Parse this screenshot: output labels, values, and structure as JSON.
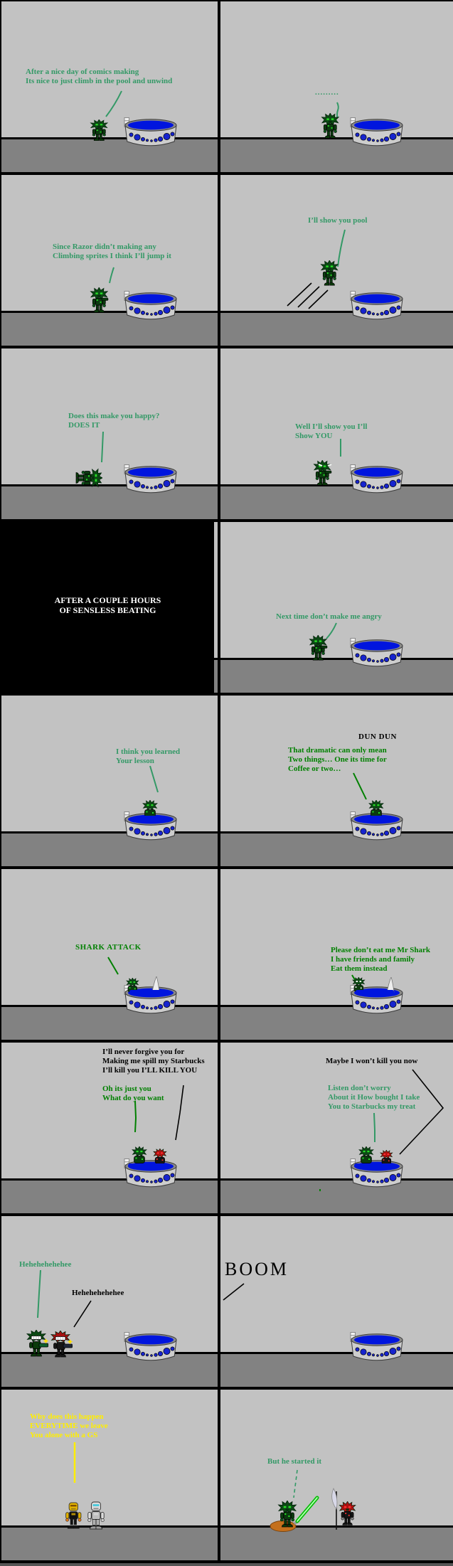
{
  "comic": {
    "description": "Nine-row two-column sprite comic: a green spiky robot relaxes in a kiddie pool, fights it, meets a shark that is really a red robot, and two other robots find the aftermath.",
    "colors": {
      "wall": "#C2C2C2",
      "floor": "#828282",
      "panel_border": "#000000",
      "pool_body": "#CDCDCD",
      "pool_water": "#0015DE",
      "text_teal": "#339966",
      "text_green": "#008000",
      "text_black": "#000000",
      "text_white": "#FFFFFF",
      "text_yellow": "#FFEE00",
      "green_robot": "#0C4A14",
      "red_robot": "#A01010",
      "gold_robot": "#E0B000",
      "white_robot": "#DADADA",
      "lightsaber": "#00BB00"
    },
    "panels": [
      {
        "name": "panel-1-left",
        "figures": [
          "green-robot",
          "pool"
        ],
        "texts": [
          {
            "text": "After a nice day of comics making\nIts nice to just climb in the pool and unwind",
            "color": "#339966"
          }
        ]
      },
      {
        "name": "panel-1-right",
        "figures": [
          "green-robot",
          "pool"
        ],
        "texts": [
          {
            "text": ".........",
            "color": "#339966"
          }
        ]
      },
      {
        "name": "panel-2-left",
        "figures": [
          "green-robot",
          "pool"
        ],
        "texts": [
          {
            "text": "Since Razor didn’t making any\nClimbing sprites I think I’ll jump it",
            "color": "#339966"
          }
        ]
      },
      {
        "name": "panel-2-right",
        "figures": [
          "green-robot-jumping",
          "pool",
          "motion-lines"
        ],
        "texts": [
          {
            "text": "I’ll show you pool",
            "color": "#339966"
          }
        ]
      },
      {
        "name": "panel-3-left",
        "figures": [
          "green-robot-lying",
          "pool"
        ],
        "texts": [
          {
            "text": "Does this make you happy?\nDOES IT",
            "color": "#339966"
          }
        ]
      },
      {
        "name": "panel-3-right",
        "figures": [
          "green-robot-angry",
          "pool"
        ],
        "texts": [
          {
            "text": "Well I’ll show you I’ll\nShow YOU",
            "color": "#339966"
          }
        ]
      },
      {
        "name": "panel-4-left",
        "figures": [
          "black-caption-card"
        ],
        "texts": [
          {
            "text": "AFTER A COUPLE HOURS\nOF SENSLESS BEATING",
            "color": "#FFFFFF"
          }
        ]
      },
      {
        "name": "panel-4-right",
        "figures": [
          "green-robot",
          "pool"
        ],
        "texts": [
          {
            "text": "Next time don’t make me angry",
            "color": "#339966"
          }
        ]
      },
      {
        "name": "panel-5-left",
        "figures": [
          "green-robot-in-pool",
          "pool"
        ],
        "texts": [
          {
            "text": "I think you learned\nYour lesson",
            "color": "#339966"
          }
        ]
      },
      {
        "name": "panel-5-right",
        "figures": [
          "green-robot-in-pool",
          "pool"
        ],
        "texts": [
          {
            "text": "DUN DUN",
            "color": "#000000"
          },
          {
            "text": "That dramatic can only mean\nTwo things… One its time for\nCoffee or two…",
            "color": "#008000"
          }
        ]
      },
      {
        "name": "panel-6-left",
        "figures": [
          "green-robot-in-pool",
          "shark-fin",
          "pool"
        ],
        "texts": [
          {
            "text": "SHARK ATTACK",
            "color": "#008000"
          }
        ]
      },
      {
        "name": "panel-6-right",
        "figures": [
          "green-robot-scared",
          "shark-fin",
          "pool"
        ],
        "texts": [
          {
            "text": "Please don’t eat me Mr Shark\nI have friends and family\nEat them instead",
            "color": "#008000"
          }
        ]
      },
      {
        "name": "panel-7-left",
        "figures": [
          "green-robot-in-pool",
          "red-robot-in-pool",
          "pool"
        ],
        "texts": [
          {
            "text": "I’ll never forgive you for\nMaking me spill my Starbucks\nI’ll kill you I’LL KILL YOU",
            "color": "#000000"
          },
          {
            "text": "Oh its just you\nWhat do you want",
            "color": "#008000"
          }
        ]
      },
      {
        "name": "panel-7-right",
        "figures": [
          "green-robot-in-pool",
          "red-robot-in-pool",
          "pool"
        ],
        "texts": [
          {
            "text": "Maybe I won’t kill you now",
            "color": "#000000"
          },
          {
            "text": "Listen don’t worry\nAbout it How bought I take\nYou to Starbucks my treat",
            "color": "#339966"
          }
        ]
      },
      {
        "name": "panel-8-left",
        "figures": [
          "green-robot-grinning",
          "red-robot-grinning",
          "pool"
        ],
        "texts": [
          {
            "text": "Hehehehehehee",
            "color": "#339966"
          },
          {
            "text": "Hehehehehehee",
            "color": "#000000"
          }
        ]
      },
      {
        "name": "panel-8-right",
        "figures": [
          "pool"
        ],
        "texts": [
          {
            "text": "BOOM",
            "color": "#000000"
          }
        ]
      },
      {
        "name": "panel-9-left",
        "figures": [
          "gold-robot",
          "white-robot"
        ],
        "texts": [
          {
            "text": "Why does this happen\nEVERYTIME we leave\nYou alone with a GS",
            "color": "#FFEE00"
          }
        ]
      },
      {
        "name": "panel-9-right",
        "figures": [
          "green-robot-with-lightsaber",
          "red-robot-with-sword",
          "dirt-mound"
        ],
        "texts": [
          {
            "text": "But he started it",
            "color": "#339966"
          }
        ]
      }
    ]
  }
}
